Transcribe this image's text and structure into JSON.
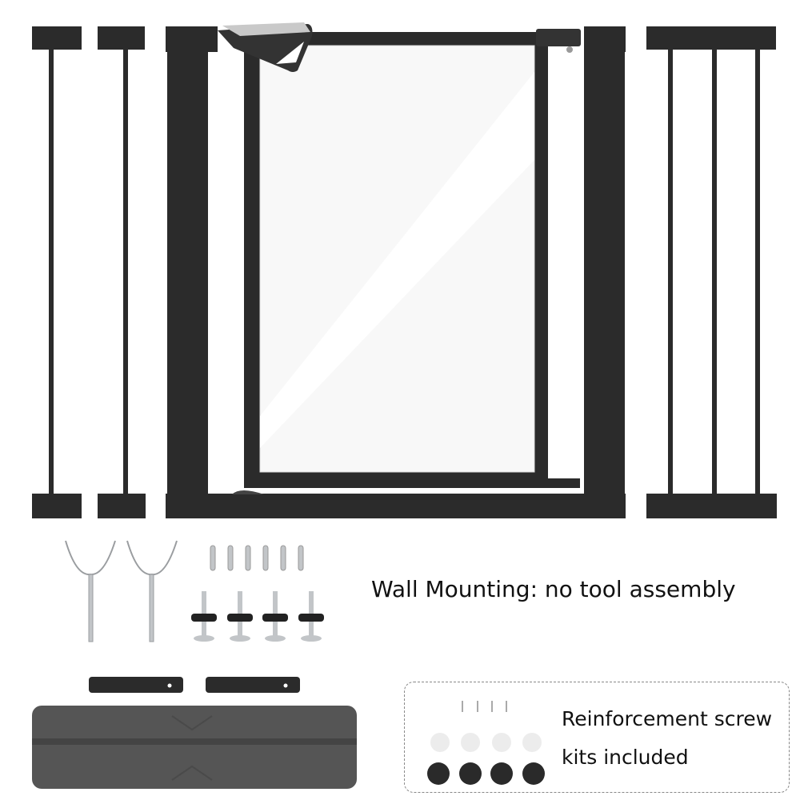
{
  "caption": {
    "wall_mounting": "Wall Mounting: no tool assembly",
    "reinforcement_line1": "Reinforcement screw",
    "reinforcement_line2": "kits included"
  },
  "colors": {
    "frame": "#2b2b2b",
    "glass": "#f7f7f7",
    "hardware": "#b9bcbf",
    "step_pad": "#545454",
    "wall_cup_white": "#ececec",
    "wall_cup_black": "#2a2a2a"
  }
}
